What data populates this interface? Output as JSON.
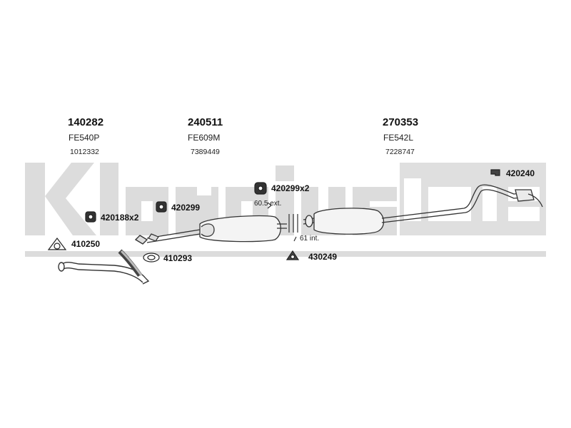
{
  "brand": {
    "logo_text": "Klarius",
    "watermark_color": "#d9d9d9"
  },
  "main_parts": [
    {
      "code": "140282",
      "ref": "FE540P",
      "oem": "1012332"
    },
    {
      "code": "240511",
      "ref": "FE609M",
      "oem": "7389449"
    },
    {
      "code": "270353",
      "ref": "FE542L",
      "oem": "7228747"
    }
  ],
  "accessories": {
    "a420188": "420188x2",
    "a420299": "420299",
    "a420299x2": "420299x2",
    "a410250": "410250",
    "a410293": "410293",
    "a430249": "430249",
    "a420240": "420240"
  },
  "notes": {
    "ext": "60.5 ext.",
    "int": "61 int."
  }
}
